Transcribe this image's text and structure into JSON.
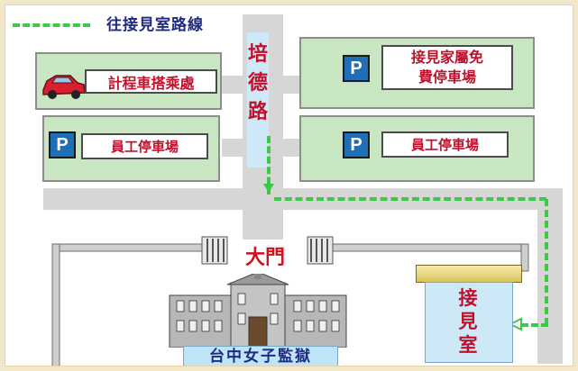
{
  "legend": {
    "label": "往接見室路線",
    "line_color": "#3ec84a"
  },
  "road_name": "培德路",
  "labels": {
    "taxi": "計程車搭乘處",
    "visitor_parking": [
      "接見家屬免",
      "費停車場"
    ],
    "staff_parking_left": "員工停車場",
    "staff_parking_right": "員工停車場",
    "gate": "大門",
    "visit_room": "接見室",
    "prison": "台中女子監獄"
  },
  "parking_symbol": "P",
  "colors": {
    "lot_fill": "#c9e6c3",
    "road_fill": "#d6d6d6",
    "label_red": "#c0102b",
    "parking_blue": "#1f6fb8",
    "road_name_strip": "#cde8f6",
    "prison_label_bg": "#bfe3f7",
    "background_frame": "#f3e7c9"
  },
  "icons": [
    "taxi-car-icon",
    "parking-sign-icon",
    "gate-icon",
    "arrow-left-icon",
    "arrow-down-icon",
    "prison-building-icon"
  ]
}
